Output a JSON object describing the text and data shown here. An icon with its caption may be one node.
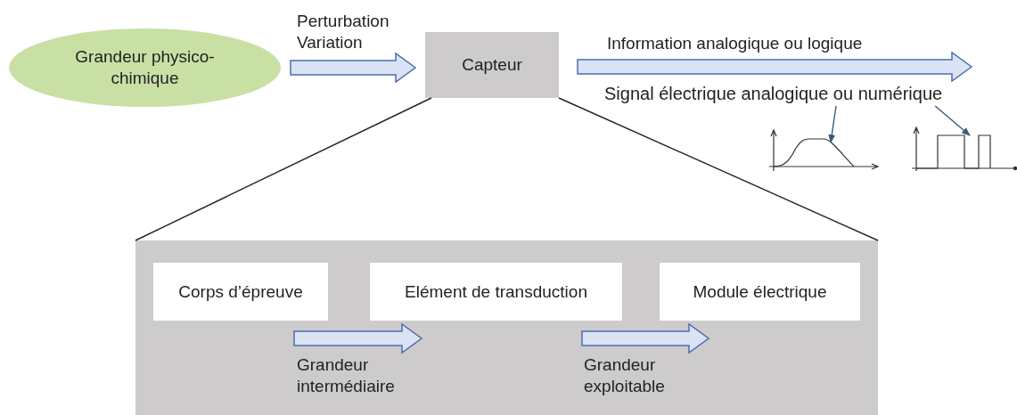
{
  "diagram": {
    "nodes": [
      {
        "text": [
          "Grandeur physico-chimique"
        ]
      },
      {
        "text": [
          "Capteur"
        ]
      },
      {
        "text": [],
        "shape": "box"
      },
      {
        "text": [
          "Corps d’épreuve"
        ],
        "in": 2
      },
      {
        "text": [
          "Elément de transduction"
        ],
        "in": 2
      },
      {
        "text": [
          "Module électrique"
        ],
        "in": 2
      },
      {
        "text": [
          "Signal électrique analogique ou numérique"
        ]
      },
      {
        "text": [],
        "shape": "picture"
      },
      {
        "text": [],
        "shape": "picture"
      }
    ],
    "edges": [
      {
        "from": 0,
        "to": 1,
        "arrow": "to",
        "label": "Perturbation Variation",
        "style": "thick"
      },
      {
        "from": 1,
        "to": null,
        "arrow": "to",
        "label": "Information analogique ou logique",
        "style": "thick"
      },
      {
        "from": 1,
        "to": 2,
        "arrow": "none"
      },
      {
        "from": 1,
        "to": 2,
        "arrow": "none"
      },
      {
        "from": 3,
        "to": 4,
        "arrow": "to",
        "label": "Grandeur intermédiaire",
        "style": "thick"
      },
      {
        "from": 4,
        "to": 5,
        "arrow": "to",
        "label": "Grandeur exploitable",
        "style": "thick"
      },
      {
        "from": 6,
        "to": 7,
        "arrow": "to",
        "color": "#3a5a7a"
      },
      {
        "from": 6,
        "to": 8,
        "arrow": "to",
        "color": "#3a5a7a"
      }
    ]
  }
}
